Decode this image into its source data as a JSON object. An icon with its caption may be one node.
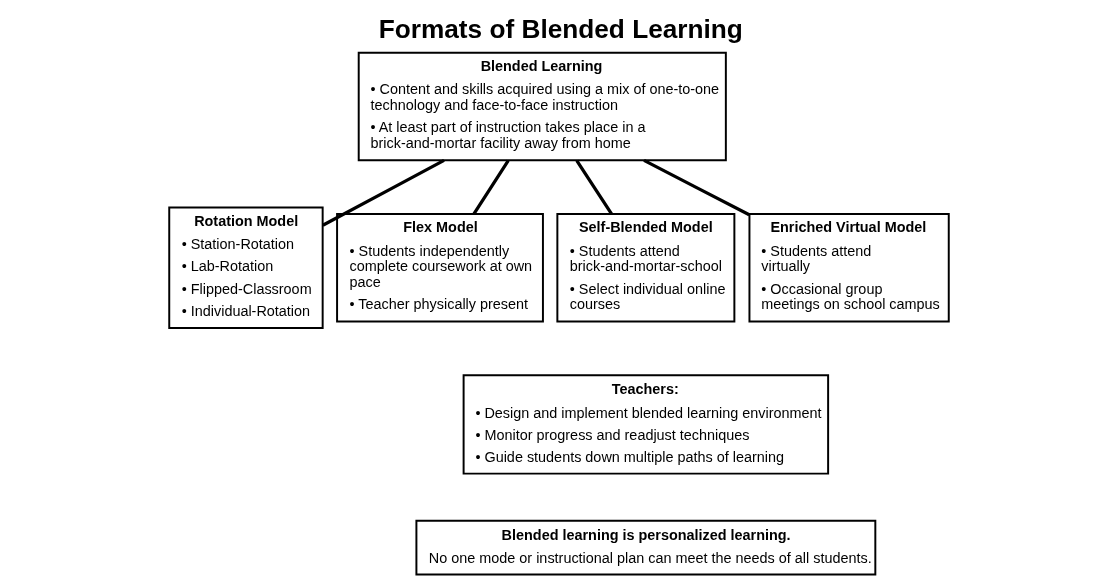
{
  "diagram": {
    "title": "Formats of Blended Learning",
    "nodes": [
      {
        "text": [
          "Blended Learning",
          "• Content and skills acquired using a mix of one-to-one technology and face-to-face instruction",
          "• At least part of instruction takes place in a brick-and-mortar facility away from home"
        ]
      },
      {
        "text": [
          "Rotation Model",
          "• Station-Rotation",
          "• Lab-Rotation",
          "• Flipped-Classroom",
          "• Individual-Rotation"
        ]
      },
      {
        "text": [
          "Flex Model",
          "• Students independently complete coursework at own pace",
          "• Teacher physically present"
        ]
      },
      {
        "text": [
          "Self-Blended Model",
          "• Students attend brick-and-mortar-school",
          "• Select individual online courses"
        ]
      },
      {
        "text": [
          "Enriched Virtual Model",
          "• Students attend virtually",
          "• Occasional group meetings on school campus"
        ]
      },
      {
        "text": [
          "Teachers:",
          "• Design and implement blended learning environment",
          "• Monitor progress and readjust techniques",
          "• Guide students down multiple paths of learning"
        ]
      },
      {
        "text": [
          "Blended learning is personalized learning.",
          "No one mode or instructional plan can meet the needs of all students."
        ]
      }
    ],
    "edges": [
      {
        "from": 0,
        "to": 1,
        "arrow": "none"
      },
      {
        "from": 0,
        "to": 2,
        "arrow": "none"
      },
      {
        "from": 0,
        "to": 3,
        "arrow": "none"
      },
      {
        "from": 0,
        "to": 4,
        "arrow": "none"
      }
    ]
  }
}
